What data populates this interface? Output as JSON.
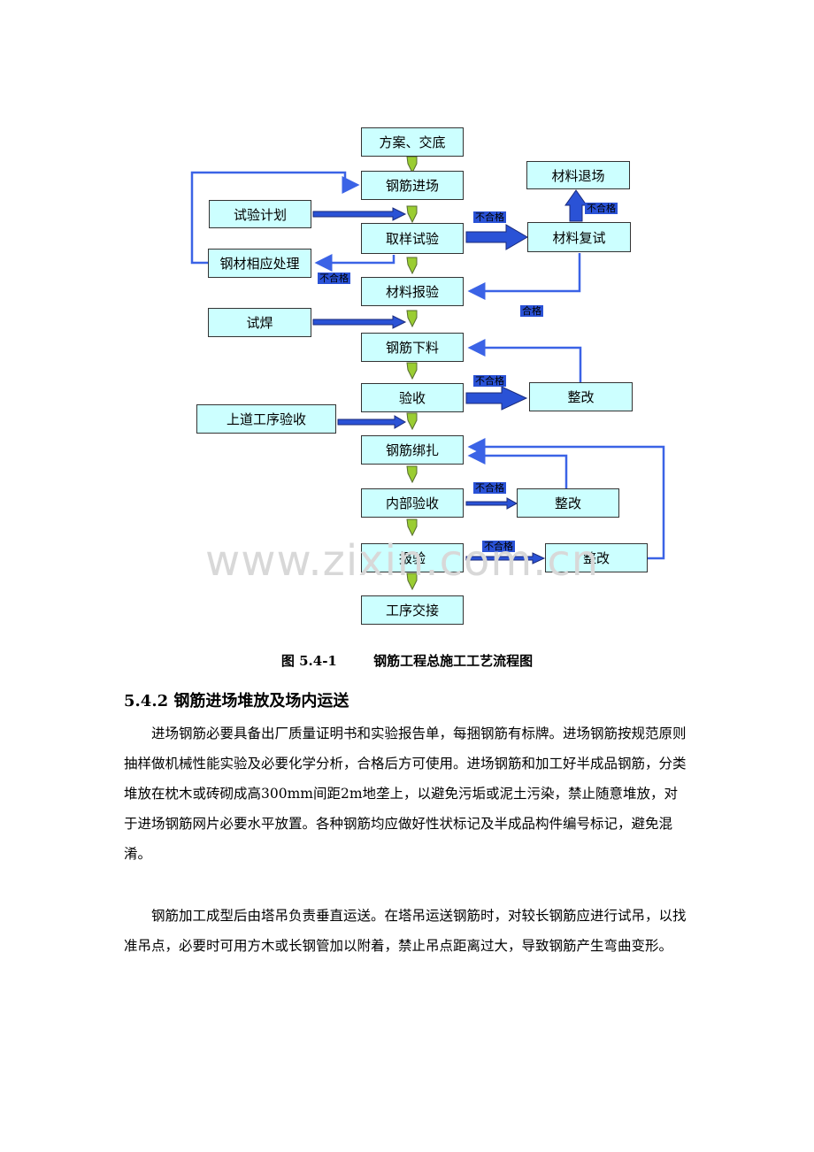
{
  "diagram": {
    "boxes": {
      "plan": "方案、交底",
      "rebar_entry": "钢筋进场",
      "test_plan": "试验计划",
      "sampling": "取样试验",
      "material_return": "材料退场",
      "material_retest": "材料复试",
      "rebar_handling": "钢材相应处理",
      "material_report": "材料报验",
      "trial_weld": "试焊",
      "rebar_cutting": "钢筋下料",
      "acceptance": "验收",
      "rectify_1": "整改",
      "prev_process_acceptance": "上道工序验收",
      "rebar_binding": "钢筋绑扎",
      "internal_acceptance": "内部验收",
      "rectify_2": "整改",
      "inspection_report": "报验",
      "rectify_3": "整改",
      "process_handover": "工序交接"
    },
    "labels": {
      "fail_1": "不合格",
      "fail_2": "不合格",
      "fail_3": "不合格",
      "pass": "合格",
      "fail_4": "不合格",
      "fail_5": "不合格",
      "fail_6": "不合格"
    },
    "watermark": "www.zixin.com.cn"
  },
  "caption": {
    "number": "图 5.4-1",
    "title": "钢筋工程总施工工艺流程图"
  },
  "section": {
    "heading": "5.4.2  钢筋进场堆放及场内运送",
    "paragraphs": [
      "进场钢筋必要具备出厂质量证明书和实验报告单，每捆钢筋有标牌。进场钢筋按规范原则抽样做机械性能实验及必要化学分析，合格后方可使用。进场钢筋和加工好半成品钢筋，分类堆放在枕木或砖砌成高300mm间距2m地垄上，以避免污垢或泥土污染，禁止随意堆放，对于进场钢筋网片必要水平放置。各种钢筋均应做好性状标记及半成品构件编号标记，避免混淆。",
      "钢筋加工成型后由塔吊负责垂直运送。在塔吊运送钢筋时，对较长钢筋应进行试吊，以找准吊点，必要时可用方木或长钢管加以附着，禁止吊点距离过大，导致钢筋产生弯曲变形。"
    ]
  },
  "colors": {
    "box_fill": "#ccffff",
    "arrow_blue": "#2a52d6",
    "line_blue": "#3b63e6",
    "chevron_green": "#9acd32"
  }
}
